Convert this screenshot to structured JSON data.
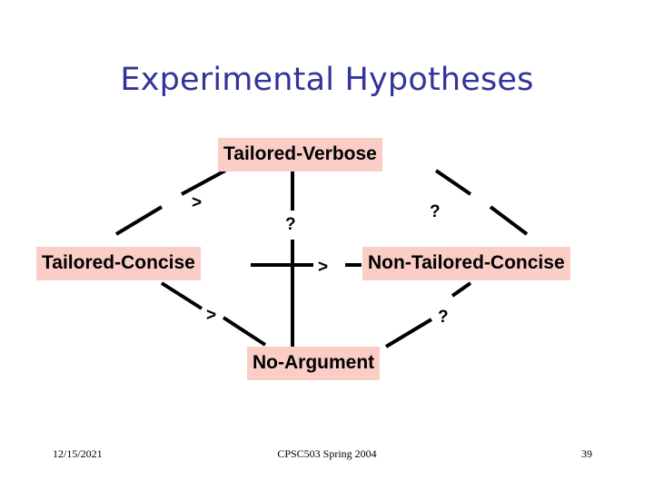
{
  "slide": {
    "title": "Experimental Hypotheses",
    "title_color": "#333399",
    "background_color": "#ffffff"
  },
  "diagram": {
    "type": "relation-graph",
    "node_highlight_color": "#FACDC7",
    "edge_color": "#000000",
    "nodes": [
      {
        "id": "tailored-verbose",
        "label": "Tailored-Verbose",
        "position": "top"
      },
      {
        "id": "tailored-concise",
        "label": "Tailored-Concise",
        "position": "left"
      },
      {
        "id": "non-tailored-concise",
        "label": "Non-Tailored-Concise",
        "position": "right"
      },
      {
        "id": "no-argument",
        "label": "No-Argument",
        "position": "bottom"
      }
    ],
    "edges": [
      {
        "id": "tv-tc",
        "from": "tailored-verbose",
        "to": "tailored-concise",
        "label": ">"
      },
      {
        "id": "tv-na",
        "from": "tailored-verbose",
        "to": "no-argument",
        "label": "?"
      },
      {
        "id": "tv-ntc",
        "from": "tailored-verbose",
        "to": "non-tailored-concise",
        "label": "?"
      },
      {
        "id": "tc-ntc",
        "from": "tailored-concise",
        "to": "non-tailored-concise",
        "label": ">"
      },
      {
        "id": "tc-na",
        "from": "tailored-concise",
        "to": "no-argument",
        "label": ">"
      },
      {
        "id": "ntc-na",
        "from": "non-tailored-concise",
        "to": "no-argument",
        "label": "?"
      }
    ]
  },
  "footer": {
    "date": "12/15/2021",
    "center": "CPSC503 Spring 2004",
    "page": "39"
  }
}
